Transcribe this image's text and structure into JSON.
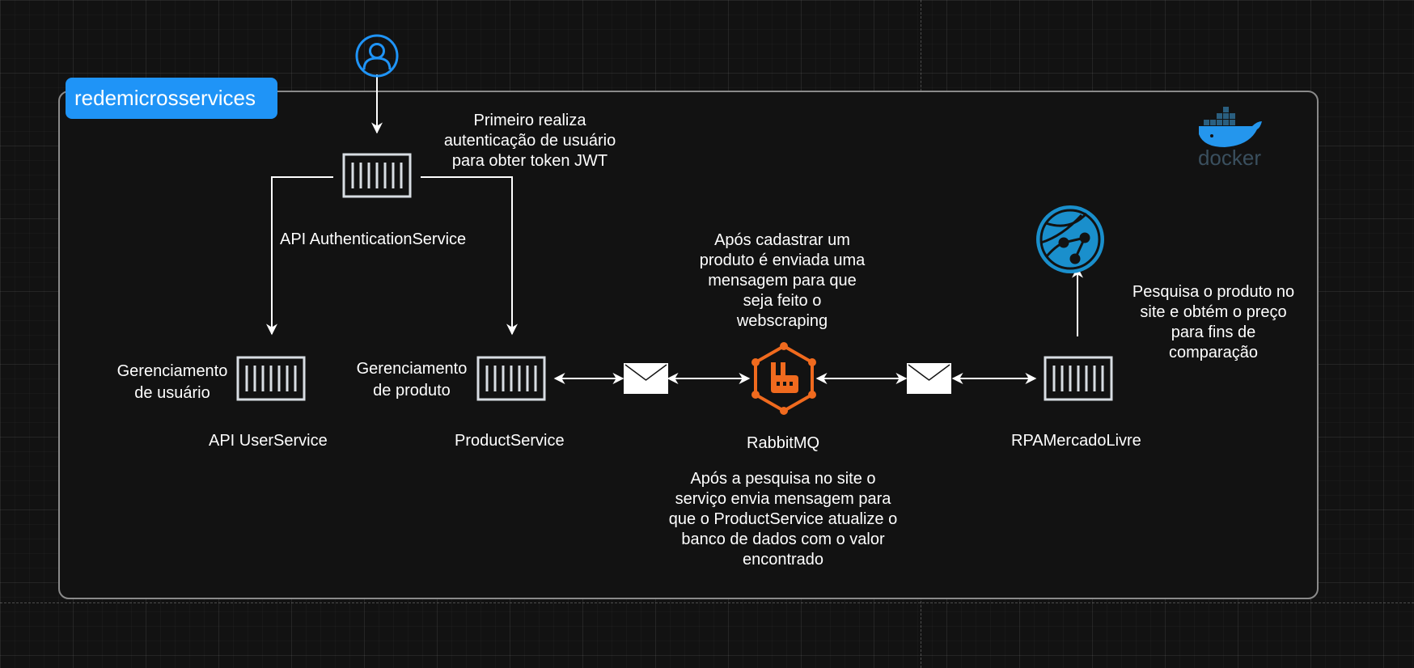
{
  "group": {
    "label": "redemicrosservices"
  },
  "services": {
    "auth": {
      "name": "API AuthenticationService"
    },
    "user": {
      "name": "API UserService",
      "description": "Gerenciamento\nde usuário"
    },
    "product": {
      "name": "ProductService",
      "description": "Gerenciamento\nde produto"
    },
    "broker": {
      "name": "RabbitMQ"
    },
    "rpa": {
      "name": "RPAMercadoLivre"
    }
  },
  "notes": {
    "auth_note": "Primeiro realiza\nautenticação de usuário\npara obter token JWT",
    "broker_note": "Após cadastrar um\nproduto é enviada uma\nmensagem para que\nseja feito o\nwebscraping",
    "rpa_note": "Pesquisa o produto no\nsite e obtém o preço\npara fins de\ncomparação",
    "return_note": "Após a pesquisa no site o\nserviço envia mensagem para\nque o ProductService atualize o\nbanco de dados com o valor\nencontrado"
  },
  "icons": {
    "user": "user-icon",
    "container": "container-icon",
    "message": "envelope-icon",
    "rabbitmq": "rabbitmq-icon",
    "web": "web-globe-icon",
    "docker": "docker-logo"
  },
  "colors": {
    "group_label": "#1f94f7",
    "user_icon": "#1f94f7",
    "rabbitmq": "#f06a1e",
    "web_icon": "#1a8fcc",
    "docker": "#2496ed",
    "container": "#d8dde3"
  },
  "logo_text": {
    "docker": "docker"
  }
}
